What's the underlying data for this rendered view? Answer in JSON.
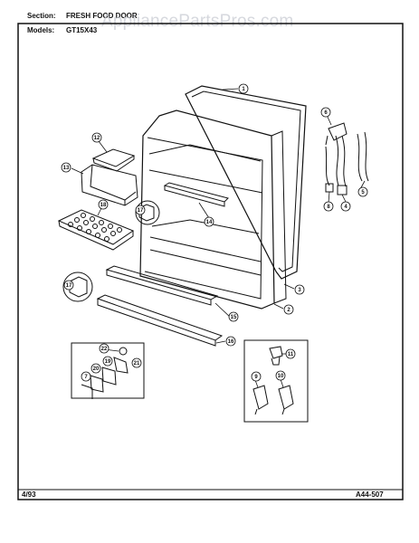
{
  "header": {
    "section_label": "Section:",
    "section_value": "FRESH FOOD DOOR",
    "models_label": "Models:",
    "models_value": "GT15X43",
    "watermark": "AppliancePartsPros.com"
  },
  "footer": {
    "date": "4/93",
    "doc_number": "A44-507"
  },
  "callouts": [
    "1",
    "2",
    "3",
    "4",
    "5",
    "6",
    "7",
    "8",
    "9",
    "10",
    "11",
    "12",
    "13",
    "14",
    "15",
    "16",
    "17",
    "18",
    "19",
    "20",
    "21",
    "22"
  ]
}
